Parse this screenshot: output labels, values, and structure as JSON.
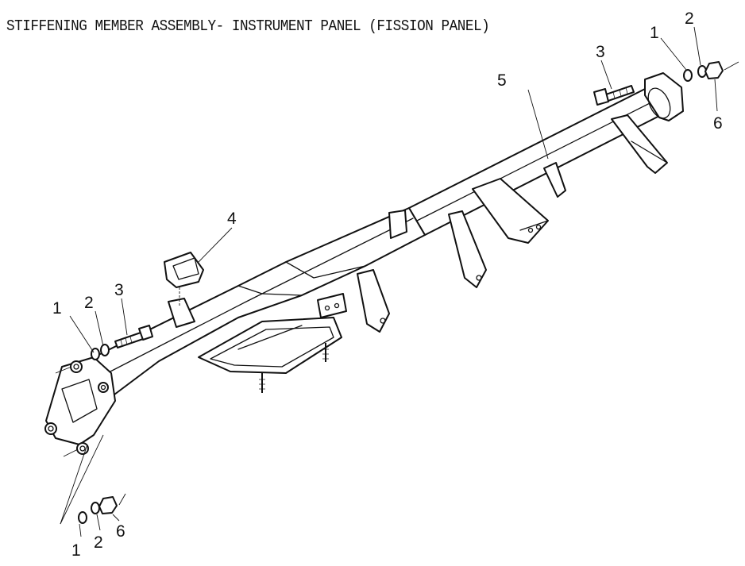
{
  "title": "STIFFENING MEMBER ASSEMBLY- INSTRUMENT PANEL (FISSION PANEL)",
  "callouts": [
    {
      "label": "1",
      "part": "washer"
    },
    {
      "label": "2",
      "part": "washer"
    },
    {
      "label": "3",
      "part": "bolt"
    },
    {
      "label": "4",
      "part": "bracket"
    },
    {
      "label": "5",
      "part": "stiffening member"
    },
    {
      "label": "6",
      "part": "nut"
    }
  ]
}
